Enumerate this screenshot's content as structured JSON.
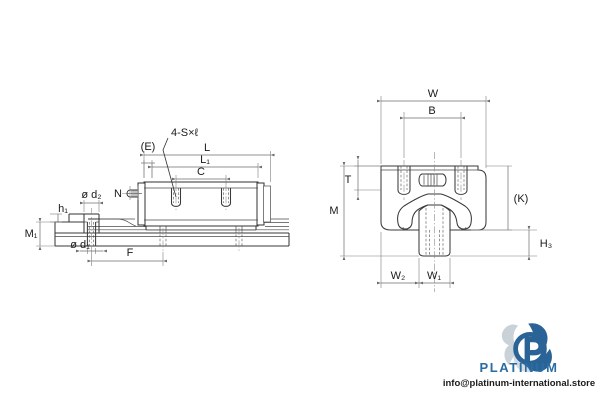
{
  "document": {
    "type": "technical-drawing",
    "title": "Linear motion guide dimensional drawing",
    "background_color": "#ffffff",
    "line_color": "#3a3a3a",
    "dim_line_color": "#6b6b6b",
    "center_line_color": "#8a8a8a"
  },
  "views": {
    "side_view": {
      "name": "Side elevation with rail and carriage",
      "labels": {
        "e": "(E)",
        "bolt_spec": "4-S×ℓ",
        "l": "L",
        "l1": "L₁",
        "c": "C",
        "n": "N",
        "d2": "ø d₂",
        "d1": "ø d₁",
        "h1": "h₁",
        "m1": "M₁",
        "f": "F"
      }
    },
    "section_view": {
      "name": "Cross section of carriage on rail",
      "labels": {
        "w": "W",
        "b": "B",
        "t": "T",
        "m": "M",
        "k": "(K)",
        "h3": "H₃",
        "w1": "W₁",
        "w2": "W₂"
      }
    }
  },
  "watermark": {
    "brand": "PLATINUM",
    "email": "info@platinum-international.store",
    "logo_name": "platinum-p-logo",
    "brand_color": "#2b6ca3",
    "logo_dark": "#2a6496",
    "logo_light": "#c9d2d8"
  }
}
